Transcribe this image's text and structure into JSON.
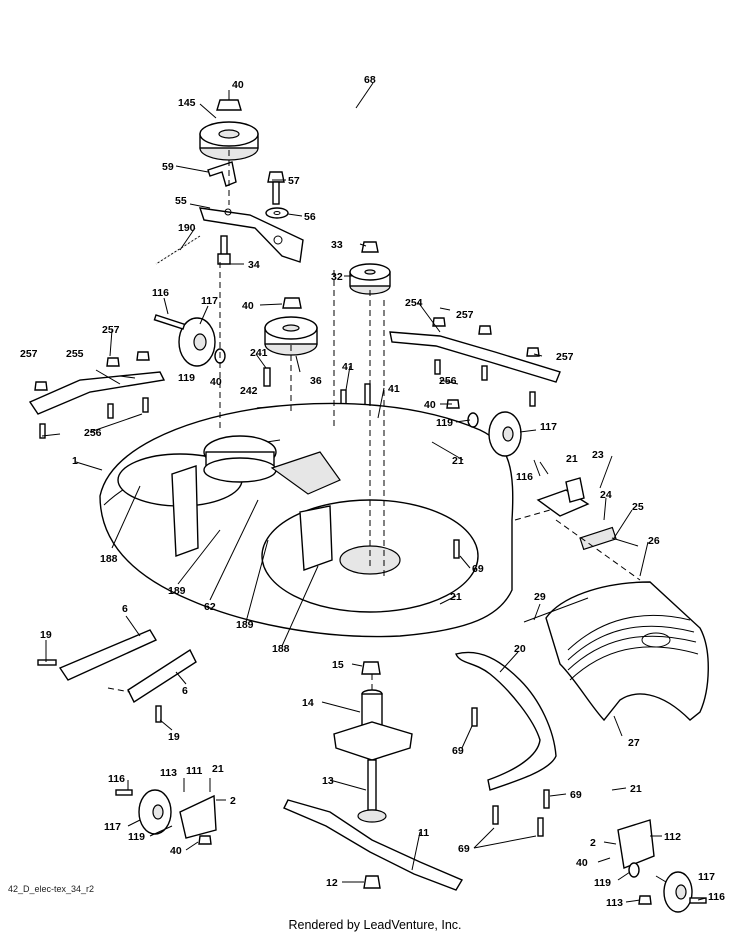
{
  "diagram": {
    "reference_code": "42_D_elec-tex_34_r2",
    "credit": "Rendered by LeadVenture, Inc.",
    "callouts": [
      "68",
      "40",
      "145",
      "59",
      "57",
      "55",
      "56",
      "190",
      "34",
      "33",
      "32",
      "116",
      "117",
      "40",
      "257",
      "255",
      "257",
      "119",
      "40",
      "241",
      "36",
      "254",
      "257",
      "257",
      "256",
      "242",
      "41",
      "41",
      "256",
      "40",
      "119",
      "117",
      "1",
      "21",
      "23",
      "116",
      "21",
      "24",
      "25",
      "26",
      "188",
      "189",
      "62",
      "69",
      "21",
      "189",
      "188",
      "29",
      "6",
      "19",
      "15",
      "20",
      "6",
      "14",
      "19",
      "27",
      "69",
      "21",
      "116",
      "113",
      "111",
      "2",
      "13",
      "69",
      "11",
      "117",
      "119",
      "40",
      "21",
      "112",
      "69",
      "2",
      "40",
      "119",
      "117",
      "12",
      "113",
      "116"
    ]
  }
}
